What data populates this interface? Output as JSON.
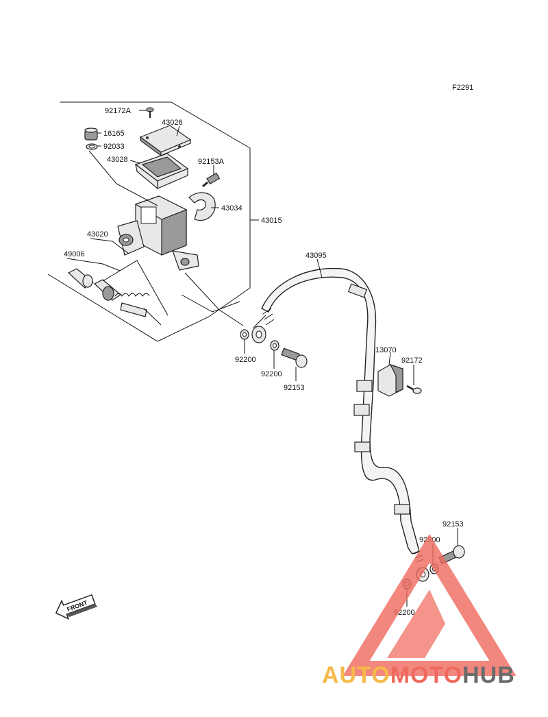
{
  "figure_code": "F2291",
  "callouts": {
    "p92172A": "92172A",
    "p43026": "43026",
    "p16165": "16165",
    "p92033": "92033",
    "p43028": "43028",
    "p92153A": "92153A",
    "p43034": "43034",
    "p43015": "43015",
    "p43020": "43020",
    "p49006": "49006",
    "p43095": "43095",
    "p92200_a": "92200",
    "p92200_b": "92200",
    "p92153_a": "92153",
    "p13070": "13070",
    "p92172": "92172",
    "p92153_b": "92153",
    "p92200_c": "92200",
    "p92200_d": "92200"
  },
  "front_badge": "FRONT",
  "watermark": {
    "part1": "AUTO",
    "part2": "MOTO",
    "part3": "HUB",
    "color_orange": "#f5b94a",
    "color_red": "#ef6a5e",
    "color_gray": "#6b6b6b"
  }
}
